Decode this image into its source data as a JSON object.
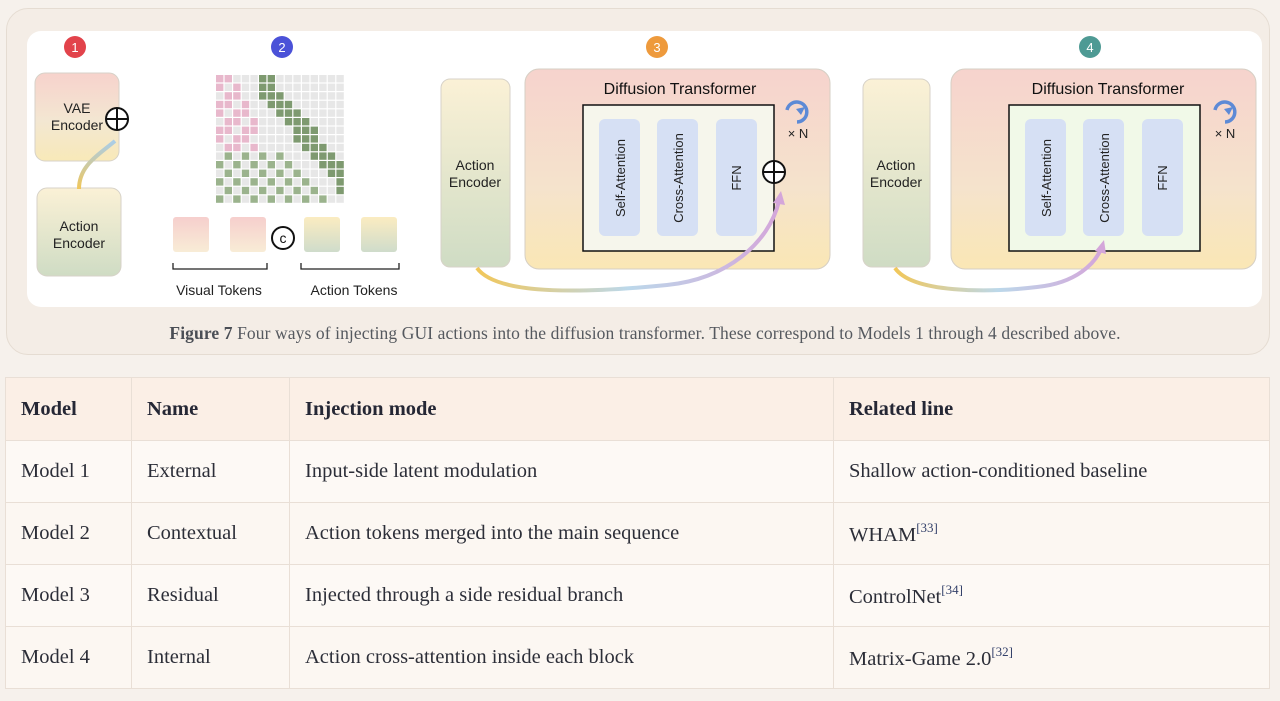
{
  "figure": {
    "badges": [
      "1",
      "2",
      "3",
      "4"
    ],
    "badge_colors": [
      "#e2434b",
      "#4b52d8",
      "#ee9a3c",
      "#4e9a94"
    ],
    "vae_encoder": "VAE Encoder",
    "vae_l1": "VAE",
    "vae_l2": "Encoder",
    "action_encoder_l1": "Action",
    "action_encoder_l2": "Encoder",
    "visual_tokens": "Visual Tokens",
    "action_tokens": "Action Tokens",
    "concat_symbol": "c",
    "dit_title": "Diffusion Transformer",
    "self_attention": "Self-Attention",
    "cross_attention": "Cross-Attention",
    "ffn": "FFN",
    "repeat_label": "× N",
    "caption_label": "Figure 7",
    "caption_text": "Four ways of injecting GUI actions into the diffusion transformer. These correspond to Models 1 through 4 described above."
  },
  "table": {
    "headers": [
      "Model",
      "Name",
      "Injection mode",
      "Related line"
    ],
    "rows": [
      {
        "model": "Model 1",
        "name": "External",
        "mode": "Input-side latent modulation",
        "related": "Shallow action-conditioned baseline",
        "ref": ""
      },
      {
        "model": "Model 2",
        "name": "Contextual",
        "mode": "Action tokens merged into the main sequence",
        "related": "WHAM",
        "ref": "[33]"
      },
      {
        "model": "Model 3",
        "name": "Residual",
        "mode": "Injected through a side residual branch",
        "related": "ControlNet",
        "ref": "[34]"
      },
      {
        "model": "Model 4",
        "name": "Internal",
        "mode": "Action cross-attention inside each block",
        "related": "Matrix-Game 2.0",
        "ref": "[32]"
      }
    ]
  }
}
